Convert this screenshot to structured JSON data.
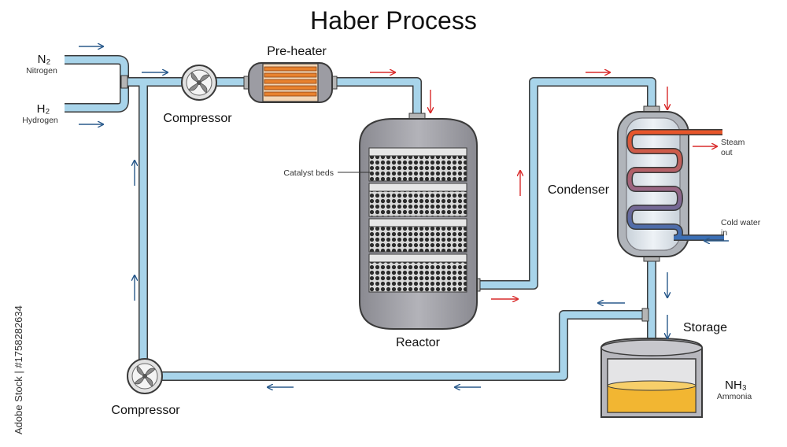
{
  "title": "Haber Process",
  "inputs": {
    "n2_formula": "N₂",
    "n2_name": "Nitrogen",
    "h2_formula": "H₂",
    "h2_name": "Hydrogen"
  },
  "components": {
    "compressor_top": "Compressor",
    "preheater": "Pre-heater",
    "catalyst_beds": "Catalyst beds",
    "reactor": "Reactor",
    "condenser": "Condenser",
    "steam_out": [
      "Steam",
      "out"
    ],
    "cold_water_in": [
      "Cold water",
      "in"
    ],
    "storage": "Storage",
    "product_formula": "NH₃",
    "product_name": "Ammonia",
    "compressor_bottom": "Compressor"
  },
  "watermark": "Adobe Stock | #1758282634",
  "colors": {
    "pipe": "#a8d4ea",
    "pipe_stroke": "#3a3a3a",
    "flow_blue": "#2a5a8c",
    "flow_red": "#d92b2b",
    "vessel_gray": "#9c9ca3",
    "heater_orange": "#e8822e",
    "ammonia": "#f2b632"
  }
}
